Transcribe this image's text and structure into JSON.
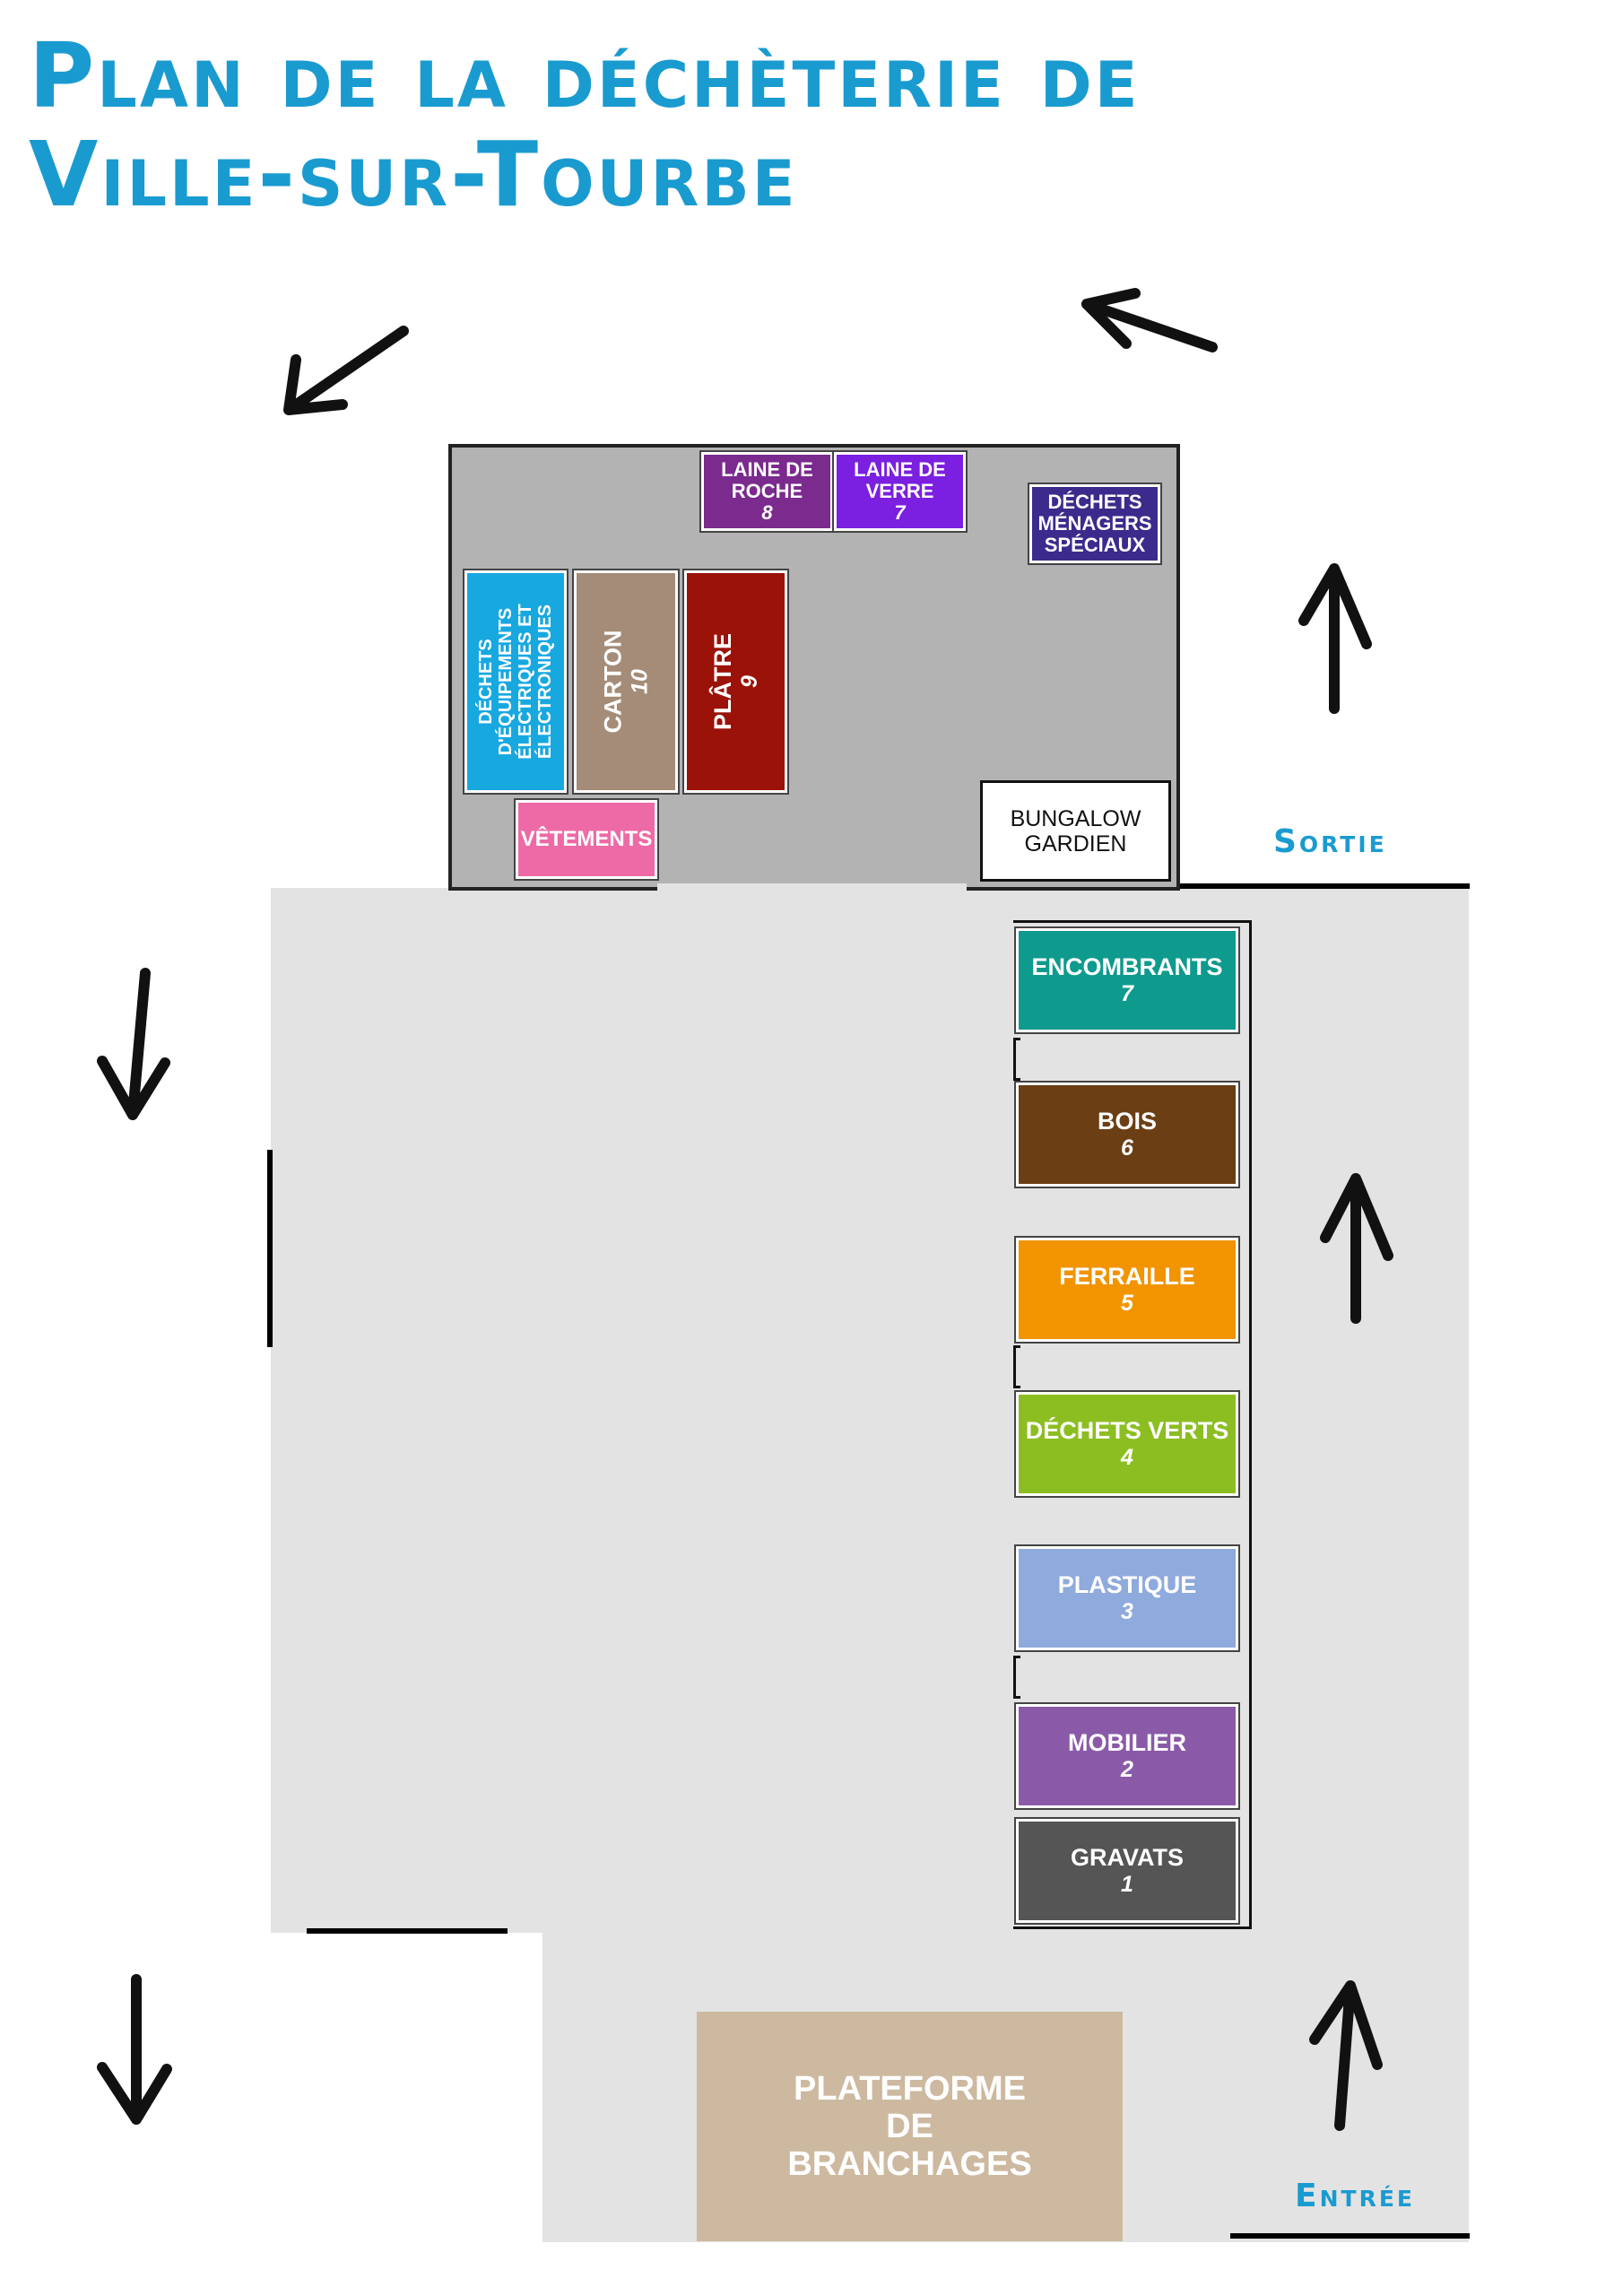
{
  "title": {
    "line1": "Plan de la déchèterie de",
    "line2": "Ville-sur-Tourbe"
  },
  "upper_zone": {
    "bins": {
      "laine_roche": {
        "label": "LAINE DE ROCHE",
        "number": "8",
        "color": "#7b2a8e"
      },
      "laine_verre": {
        "label": "LAINE DE VERRE",
        "number": "7",
        "color": "#7b1fe0"
      },
      "menagers": {
        "label": "DÉCHETS MÉNAGERS SPÉCIAUX",
        "color": "#3c2a8c"
      },
      "deee": {
        "label": "DÉCHETS D'ÉQUIPEMENTS ÉLECTRIQUES ET ÉLECTRONIQUES",
        "color": "#18a8e0"
      },
      "carton": {
        "label": "CARTON",
        "number": "10",
        "color": "#a48c78"
      },
      "platre": {
        "label": "PLÂTRE",
        "number": "9",
        "color": "#9a1208"
      },
      "vetements": {
        "label": "VÊTEMENTS",
        "color": "#ee6aa6"
      }
    },
    "bungalow": "BUNGALOW GARDIEN"
  },
  "quai": [
    {
      "label": "ENCOMBRANTS",
      "number": "7",
      "color": "#0f9a8e"
    },
    {
      "label": "BOIS",
      "number": "6",
      "color": "#6b3e14"
    },
    {
      "label": "FERRAILLE",
      "number": "5",
      "color": "#f29400"
    },
    {
      "label": "DÉCHETS VERTS",
      "number": "4",
      "color": "#8cbe22"
    },
    {
      "label": "PLASTIQUE",
      "number": "3",
      "color": "#8faadc"
    },
    {
      "label": "MOBILIER",
      "number": "2",
      "color": "#8a5aa8"
    },
    {
      "label": "GRAVATS",
      "number": "1",
      "color": "#555555"
    }
  ],
  "plateforme": "PLATEFORME DE BRANCHAGES",
  "sortie": "Sortie",
  "entree": "Entrée",
  "colors": {
    "title": "#1a9bd0",
    "ground_main": "#e3e3e3",
    "ground_upper": "#b3b3b3",
    "plateforme": "#cdb9a0"
  },
  "arrows": [
    "arrow-down-left",
    "arrow-up-left",
    "arrow-up",
    "arrow-down",
    "arrow-up",
    "arrow-down",
    "arrow-up"
  ]
}
